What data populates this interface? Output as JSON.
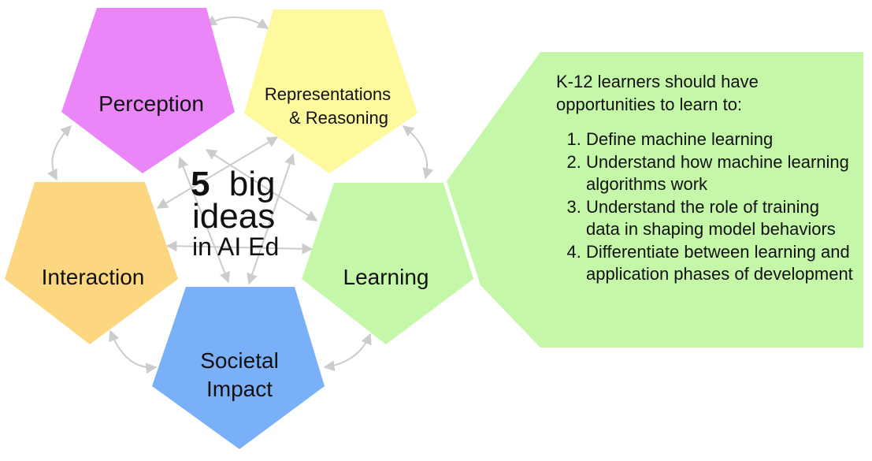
{
  "title": {
    "number": "5",
    "word1": "big",
    "word2": "ideas",
    "word3": "in AI Ed"
  },
  "ideas": {
    "perception": "Perception",
    "representations_line1": "Representations",
    "representations_line2": "& Reasoning",
    "learning": "Learning",
    "interaction": "Interaction",
    "societal_line1": "Societal",
    "societal_line2": "Impact"
  },
  "callout": {
    "intro": "K-12 learners should have opportunities to learn to:",
    "items": [
      "Define machine learning",
      "Understand how machine learning algorithms work",
      "Understand the role of training data in shaping model behaviors",
      "Differentiate between learning and application phases of development"
    ]
  },
  "colors": {
    "perception": "#ea86f8",
    "representations": "#fdf99c",
    "learning": "#c5f7a8",
    "interaction": "#fdd680",
    "societal": "#7ab0f8",
    "callout": "#c5f7a8",
    "arrow": "#cccccc"
  }
}
